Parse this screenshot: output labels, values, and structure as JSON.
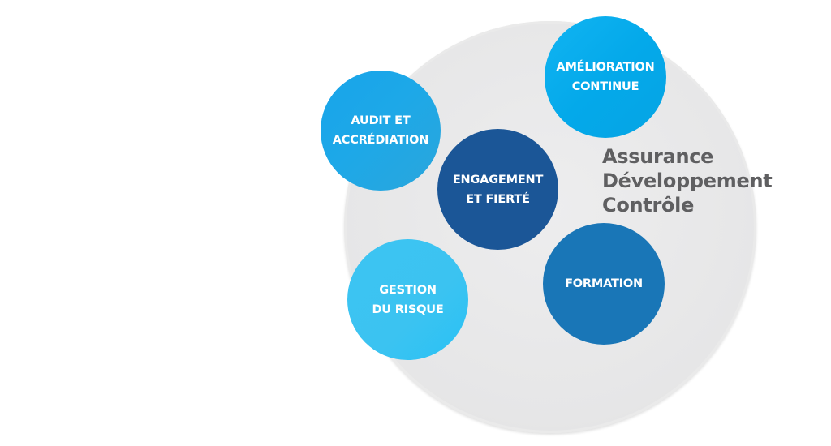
{
  "diagram": {
    "nodes": {
      "audit": "AUDIT ET\nACCRÉDIATION",
      "amelioration": "AMÉLIORATION\nCONTINUE",
      "engagement": "ENGAGEMENT\nET FIERTÉ",
      "formation": "FORMATION",
      "gestion": "GESTION\nDU RISQUE"
    },
    "side_text": {
      "line1": "Assurance",
      "line2": "Développement",
      "line3": "Contrôle"
    }
  },
  "colors": {
    "background_circle": "#e6e6e7",
    "audit": "#1da8e8",
    "amelioration": "#04a9ea",
    "engagement": "#1b5697",
    "formation": "#1976b7",
    "gestion": "#3bc3f1",
    "side_text": "#5f5f61"
  }
}
